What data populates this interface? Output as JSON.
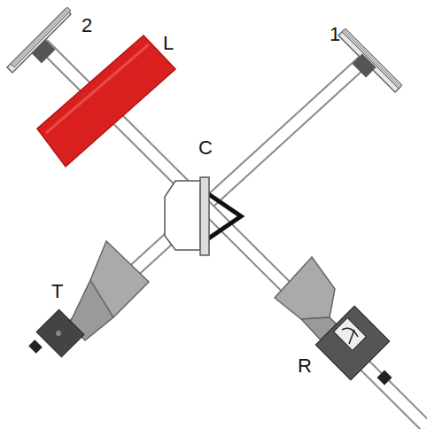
{
  "diagram": {
    "labels": [
      "2",
      "L",
      "1",
      "C",
      "T",
      "R"
    ]
  }
}
